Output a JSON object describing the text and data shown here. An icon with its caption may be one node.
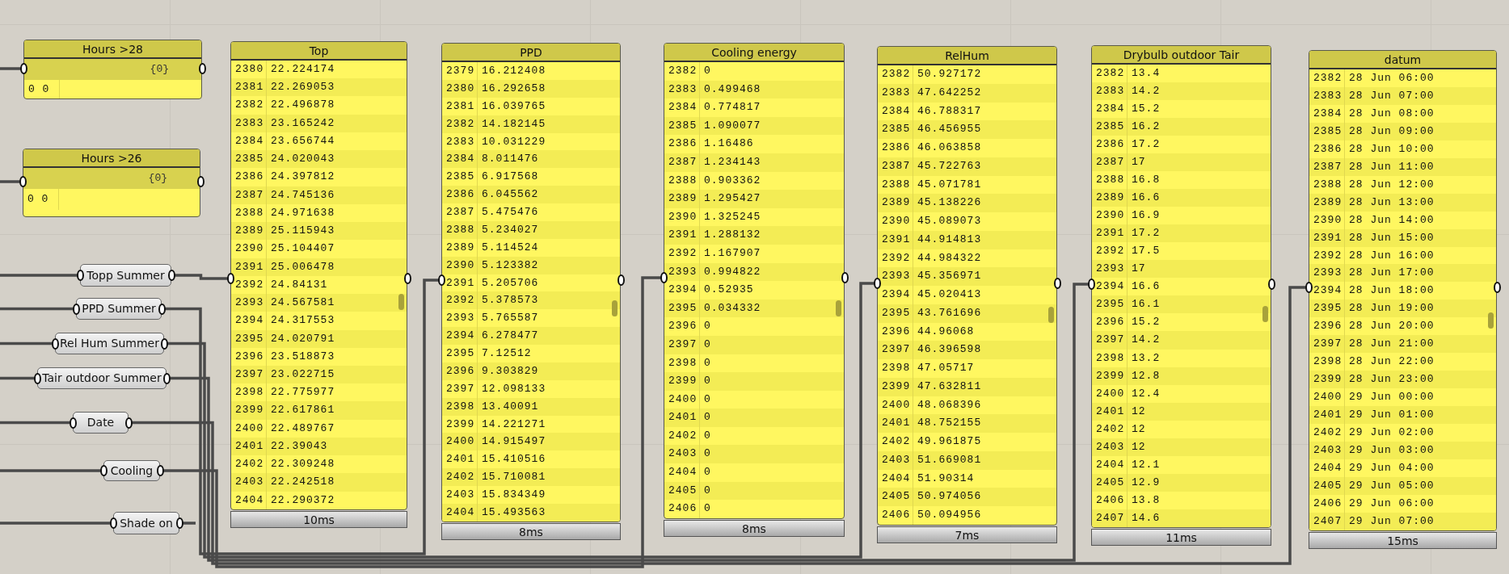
{
  "diagram": {
    "nodes": [
      {
        "text": [
          "Hours >28",
          "{0}",
          "0 0"
        ]
      },
      {
        "text": [
          "Hours >26",
          "{0}",
          "0 0"
        ]
      },
      {
        "text": [
          "Top",
          "2380 22.224174",
          "2381 22.269053",
          "2382 22.496878",
          "2383 23.165242",
          "2384 23.656744",
          "2385 24.020043",
          "2386 24.397812",
          "2387 24.745136",
          "2388 24.971638",
          "2389 25.115943",
          "2390 25.104407",
          "2391 25.006478",
          "2392 24.84131",
          "2393 24.567581",
          "2394 24.317553",
          "2395 24.020791",
          "2396 23.518873",
          "2397 23.022715",
          "2398 22.775977",
          "2399 22.617861",
          "2400 22.489767",
          "2401 22.39043",
          "2402 22.309248",
          "2403 22.242518",
          "2404 22.290372"
        ],
        "beside": [
          "10ms"
        ]
      },
      {
        "text": [
          "PPD",
          "2379 16.212408",
          "2380 16.292658",
          "2381 16.039765",
          "2382 14.182145",
          "2383 10.031229",
          "2384 8.011476",
          "2385 6.917568",
          "2386 6.045562",
          "2387 5.475476",
          "2388 5.234027",
          "2389 5.114524",
          "2390 5.123382",
          "2391 5.205706",
          "2392 5.378573",
          "2393 5.765587",
          "2394 6.278477",
          "2395 7.12512",
          "2396 9.303829",
          "2397 12.098133",
          "2398 13.40091",
          "2399 14.221271",
          "2400 14.915497",
          "2401 15.410516",
          "2402 15.710081",
          "2403 15.834349",
          "2404 15.493563"
        ],
        "beside": [
          "8ms"
        ]
      },
      {
        "text": [
          "Cooling energy",
          "2382 0",
          "2383 0.499468",
          "2384 0.774817",
          "2385 1.090077",
          "2386 1.16486",
          "2387 1.234143",
          "2388 0.903362",
          "2389 1.295427",
          "2390 1.325245",
          "2391 1.288132",
          "2392 1.167907",
          "2393 0.994822",
          "2394 0.52935",
          "2395 0.034332",
          "2396 0",
          "2397 0",
          "2398 0",
          "2399 0",
          "2400 0",
          "2401 0",
          "2402 0",
          "2403 0",
          "2404 0",
          "2405 0",
          "2406 0"
        ],
        "beside": [
          "8ms"
        ]
      },
      {
        "text": [
          "RelHum",
          "2382 50.927172",
          "2383 47.642252",
          "2384 46.788317",
          "2385 46.456955",
          "2386 46.063858",
          "2387 45.722763",
          "2388 45.071781",
          "2389 45.138226",
          "2390 45.089073",
          "2391 44.914813",
          "2392 44.984322",
          "2393 45.356971",
          "2394 45.020413",
          "2395 43.761696",
          "2396 44.96068",
          "2397 46.396598",
          "2398 47.05717",
          "2399 47.632811",
          "2400 48.068396",
          "2401 48.752155",
          "2402 49.961875",
          "2403 51.669081",
          "2404 51.90314",
          "2405 50.974056",
          "2406 50.094956"
        ],
        "beside": [
          "7ms"
        ]
      },
      {
        "text": [
          "Drybulb outdoor Tair",
          "2382 13.4",
          "2383 14.2",
          "2384 15.2",
          "2385 16.2",
          "2386 17.2",
          "2387 17",
          "2388 16.8",
          "2389 16.6",
          "2390 16.9",
          "2391 17.2",
          "2392 17.5",
          "2393 17",
          "2394 16.6",
          "2395 16.1",
          "2396 15.2",
          "2397 14.2",
          "2398 13.2",
          "2399 12.8",
          "2400 12.4",
          "2401 12",
          "2402 12",
          "2403 12",
          "2404 12.1",
          "2405 12.9",
          "2406 13.8",
          "2407 14.6"
        ],
        "beside": [
          "11ms"
        ]
      },
      {
        "text": [
          "datum",
          "2382 28 Jun 06:00",
          "2383 28 Jun 07:00",
          "2384 28 Jun 08:00",
          "2385 28 Jun 09:00",
          "2386 28 Jun 10:00",
          "2387 28 Jun 11:00",
          "2388 28 Jun 12:00",
          "2389 28 Jun 13:00",
          "2390 28 Jun 14:00",
          "2391 28 Jun 15:00",
          "2392 28 Jun 16:00",
          "2393 28 Jun 17:00",
          "2394 28 Jun 18:00",
          "2395 28 Jun 19:00",
          "2396 28 Jun 20:00",
          "2397 28 Jun 21:00",
          "2398 28 Jun 22:00",
          "2399 28 Jun 23:00",
          "2400 29 Jun 00:00",
          "2401 29 Jun 01:00",
          "2402 29 Jun 02:00",
          "2403 29 Jun 03:00",
          "2404 29 Jun 04:00",
          "2405 29 Jun 05:00",
          "2406 29 Jun 06:00",
          "2407 29 Jun 07:00"
        ],
        "beside": [
          "15ms"
        ]
      },
      {
        "text": [
          "Topp Summer"
        ]
      },
      {
        "text": [
          "PPD Summer"
        ]
      },
      {
        "text": [
          "Rel Hum Summer"
        ]
      },
      {
        "text": [
          "Tair outdoor Summer"
        ]
      },
      {
        "text": [
          "Date"
        ]
      },
      {
        "text": [
          "Cooling"
        ]
      },
      {
        "text": [
          "Shade on"
        ]
      }
    ],
    "edges": [
      {
        "from": null,
        "to": 0,
        "arrow": "none"
      },
      {
        "from": null,
        "to": 1,
        "arrow": "none"
      },
      {
        "from": null,
        "to": 8,
        "arrow": "none"
      },
      {
        "from": null,
        "to": 9,
        "arrow": "none"
      },
      {
        "from": null,
        "to": 10,
        "arrow": "none"
      },
      {
        "from": null,
        "to": 11,
        "arrow": "none"
      },
      {
        "from": null,
        "to": 12,
        "arrow": "none"
      },
      {
        "from": null,
        "to": 13,
        "arrow": "none"
      },
      {
        "from": null,
        "to": 14,
        "arrow": "none"
      },
      {
        "from": 8,
        "to": 2,
        "arrow": "none"
      },
      {
        "from": 9,
        "to": 3,
        "arrow": "none"
      },
      {
        "from": 10,
        "to": 5,
        "arrow": "none"
      },
      {
        "from": 11,
        "to": 6,
        "arrow": "none"
      },
      {
        "from": 12,
        "to": 7,
        "arrow": "none"
      },
      {
        "from": 13,
        "to": 4,
        "arrow": "none"
      },
      {
        "from": 14,
        "to": null,
        "arrow": "none"
      }
    ]
  }
}
